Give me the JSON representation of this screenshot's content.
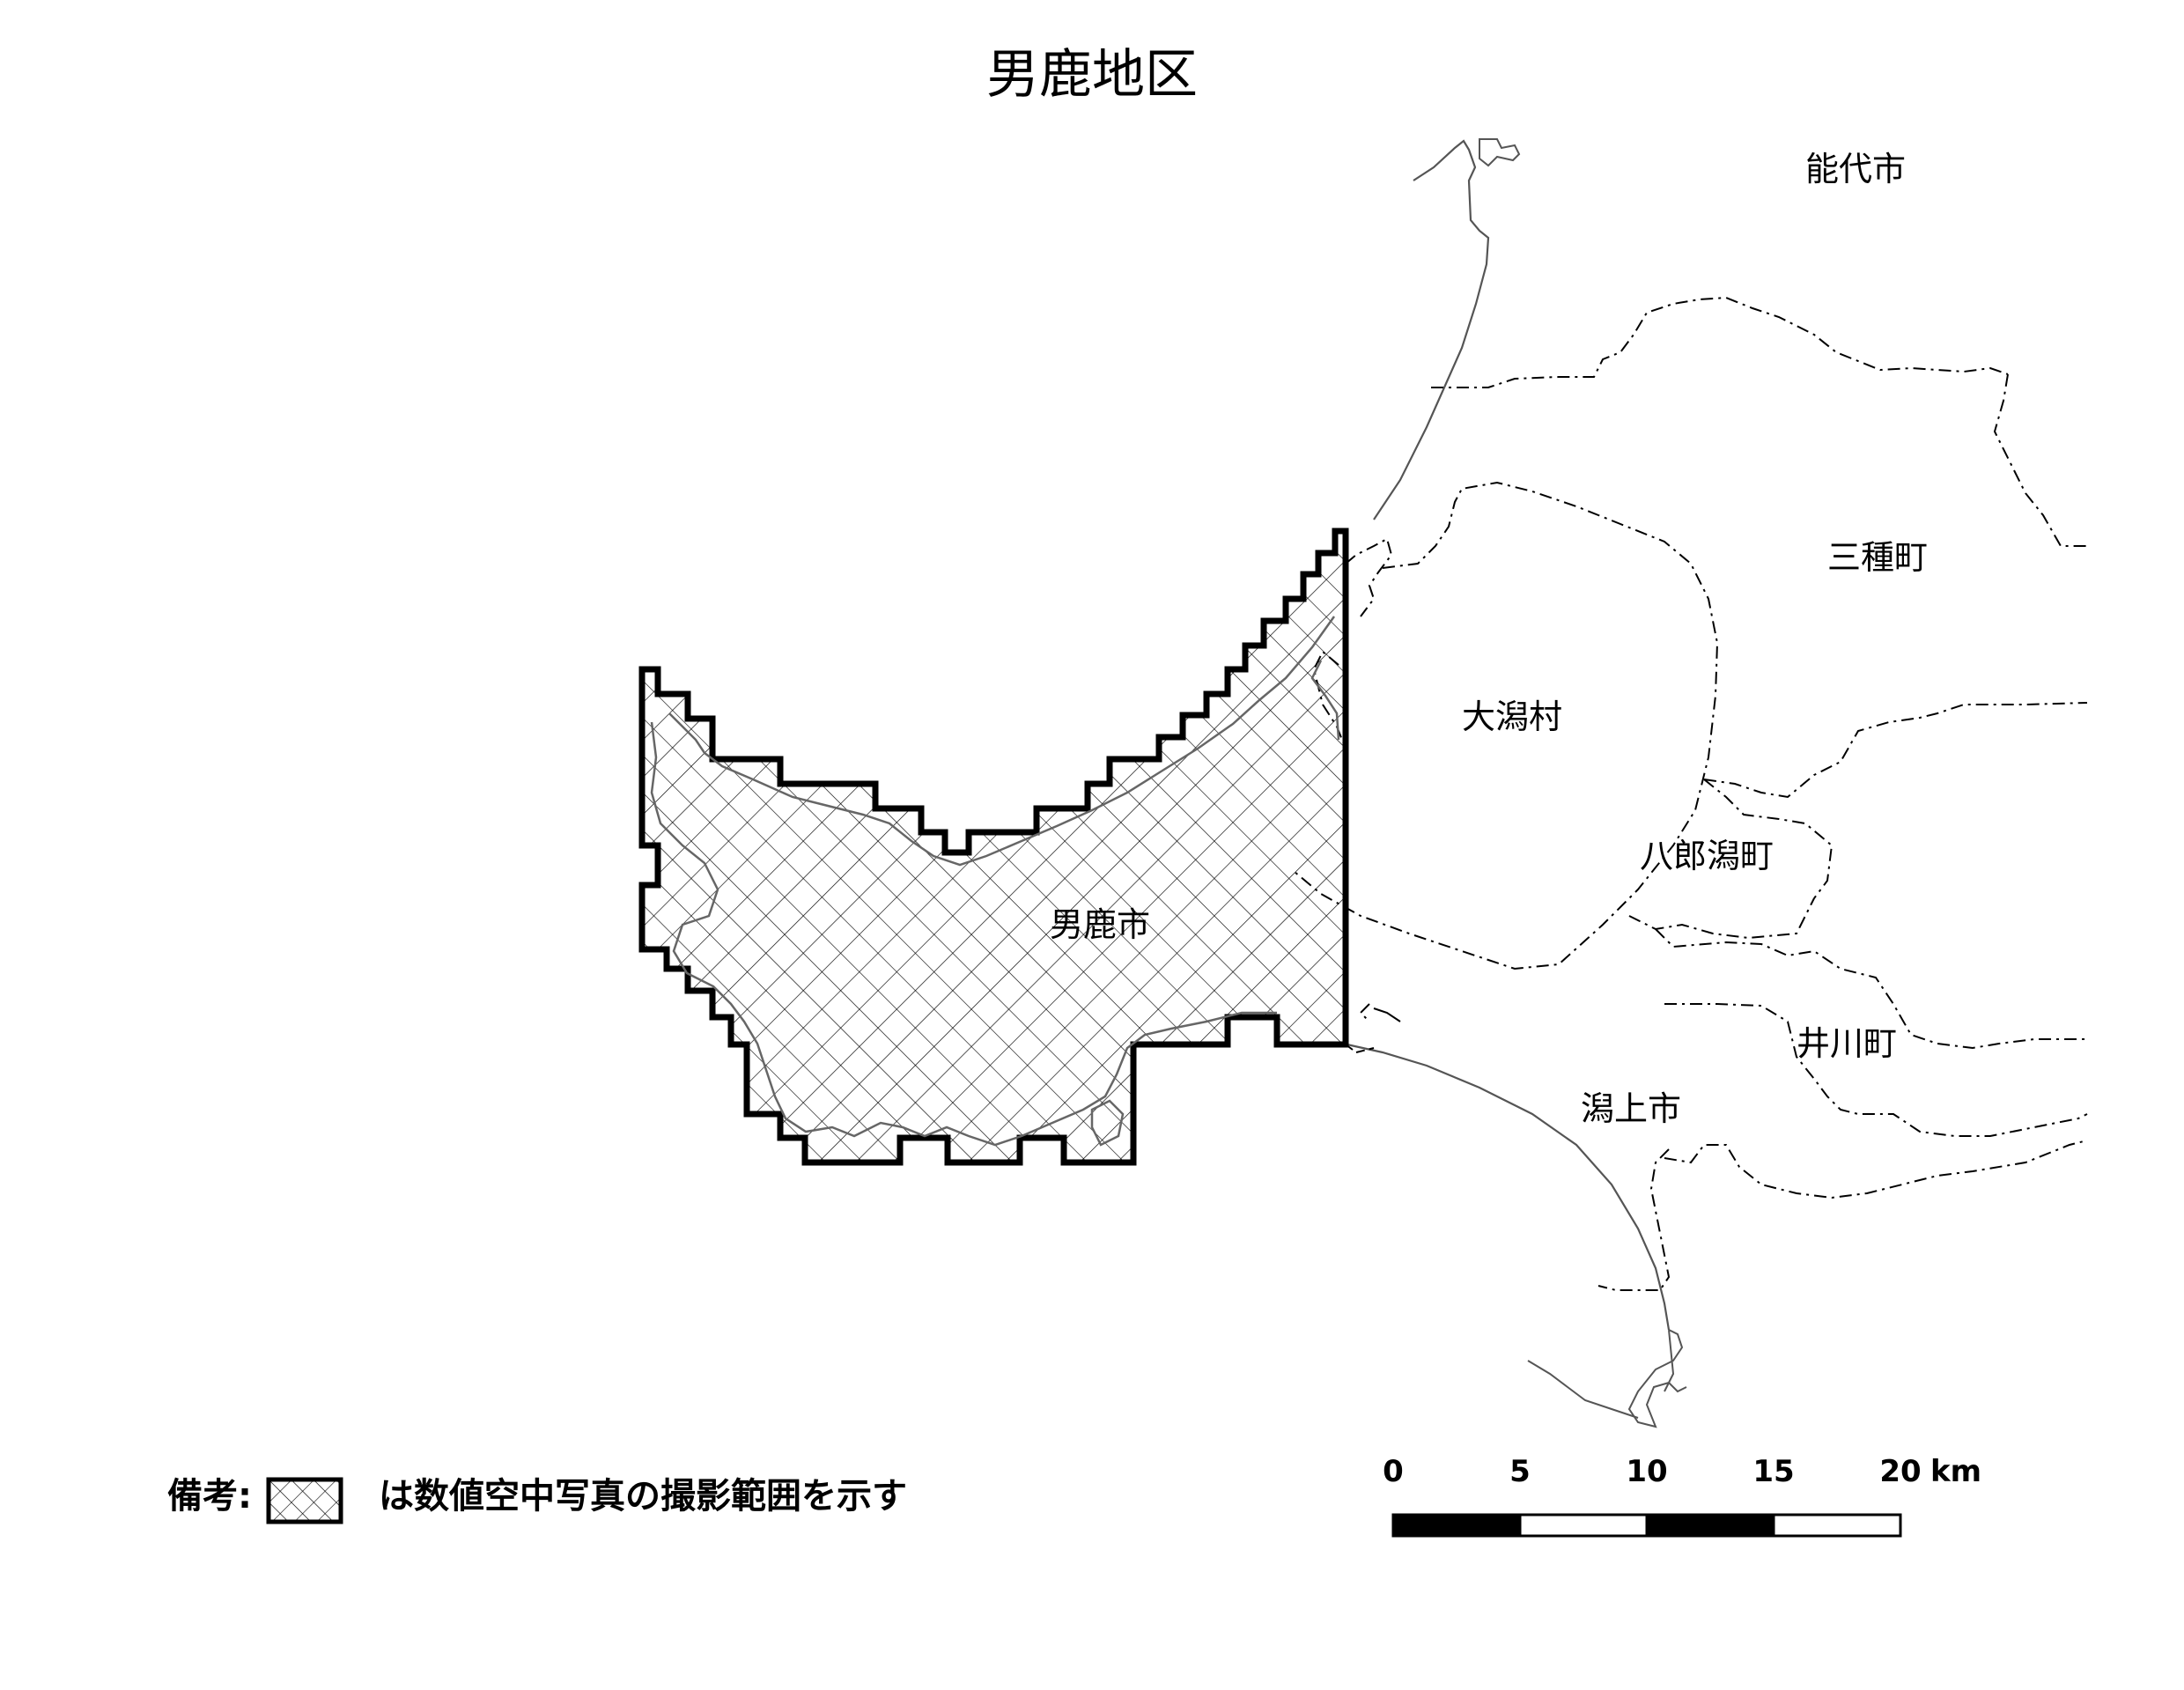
{
  "title": "男鹿地区",
  "places": {
    "noshiro": "能代市",
    "mitane": "三種町",
    "ogata": "大潟村",
    "hachirogata": "八郎潟町",
    "oga": "男鹿市",
    "ikawa": "井川町",
    "katagami": "潟上市"
  },
  "legend": {
    "label": "備考:",
    "text": "は数値空中写真の撮影範囲を示す"
  },
  "scale": {
    "ticks": [
      "0",
      "5",
      "10",
      "15",
      "20"
    ],
    "unit": "km"
  },
  "colors": {
    "ink": "#000000",
    "coast": "#555555",
    "background": "#ffffff"
  }
}
